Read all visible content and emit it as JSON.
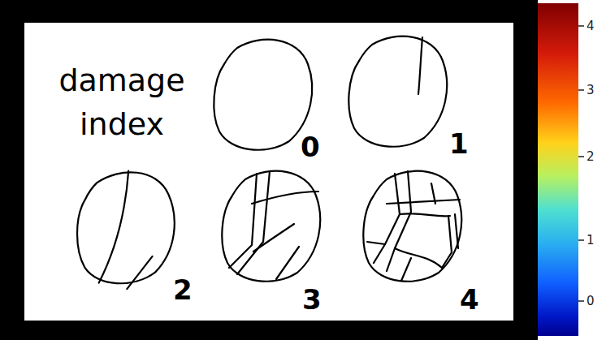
{
  "diagram": {
    "labels": [
      "damage index",
      "0",
      "1",
      "2",
      "3",
      "4",
      "4",
      "3",
      "2",
      "1",
      "0"
    ]
  }
}
